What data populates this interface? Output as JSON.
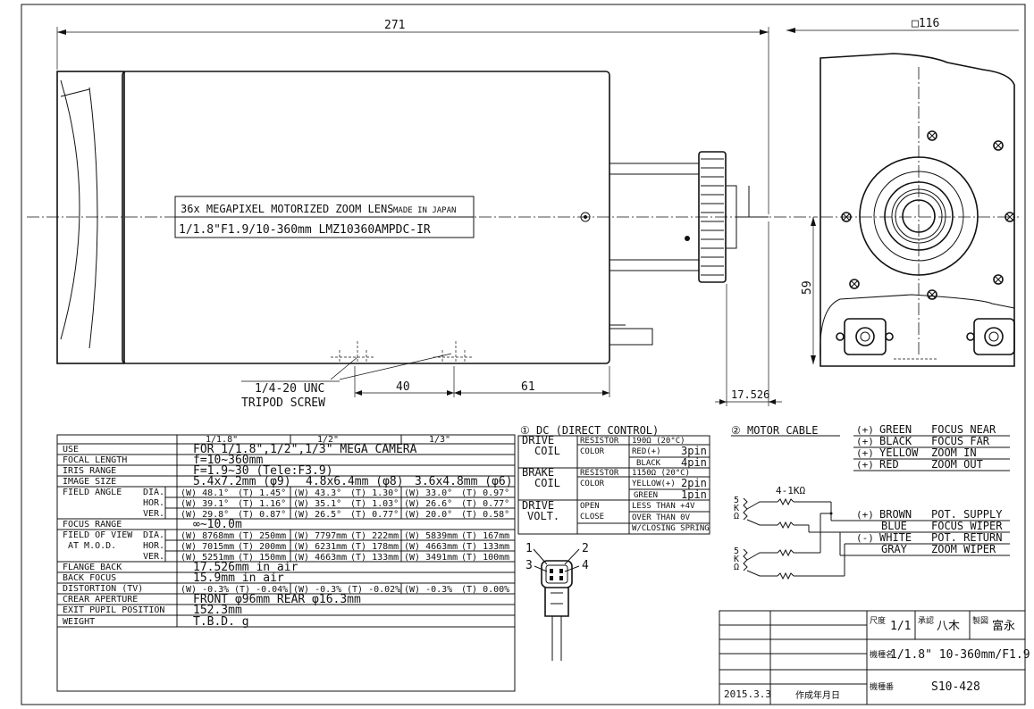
{
  "dims": {
    "total_length": "271",
    "square": "□116",
    "height_59": "59",
    "flange_17526": "17.526",
    "d40": "40",
    "d61": "61"
  },
  "tripod": {
    "line1": "1/4-20 UNC",
    "line2": "TRIPOD SCREW"
  },
  "label": {
    "line1": "36x MEGAPIXEL MOTORIZED ZOOM LENS",
    "made_in": "MADE IN JAPAN",
    "line2": "1/1.8\"F1.9/10-360mm LMZ10360AMPDC-IR"
  },
  "spec": {
    "headers": [
      "1/1.8\"",
      "1/2\"",
      "1/3\""
    ],
    "use_label": "USE",
    "use_val": "FOR 1/1.8\",1/2\",1/3\" MEGA CAMERA",
    "focal_label": "FOCAL LENGTH",
    "focal_val": "f=10~360mm",
    "iris_label": "IRIS RANGE",
    "iris_val": "F=1.9~30  (Tele:F3.9)",
    "image_label": "IMAGE SIZE",
    "image_vals": [
      "5.4x7.2mm (φ9)",
      "4.8x6.4mm (φ8)",
      "3.6x4.8mm (φ6)"
    ],
    "field_label": "FIELD ANGLE",
    "sub_dia": "DIA.",
    "sub_hor": "HOR.",
    "sub_ver": "VER.",
    "fa": {
      "dia": [
        "(W) 48.1°",
        "(T) 1.45°",
        "(W) 43.3°",
        "(T) 1.30°",
        "(W) 33.0°",
        "(T) 0.97°"
      ],
      "hor": [
        "(W) 39.1°",
        "(T) 1.16°",
        "(W) 35.1°",
        "(T) 1.03°",
        "(W) 26.6°",
        "(T) 0.77°"
      ],
      "ver": [
        "(W) 29.8°",
        "(T) 0.87°",
        "(W) 26.5°",
        "(T) 0.77°",
        "(W) 20.0°",
        "(T) 0.58°"
      ]
    },
    "focus_label": "FOCUS RANGE",
    "focus_val": "∞~10.0m",
    "fov_label1": "FIELD OF VIEW",
    "fov_label2": "AT M.O.D.",
    "fov": {
      "dia": [
        "(W) 8768mm",
        "(T) 250mm",
        "(W) 7797mm",
        "(T) 222mm",
        "(W) 5839mm",
        "(T) 167mm"
      ],
      "hor": [
        "(W) 7015mm",
        "(T) 200mm",
        "(W) 6231mm",
        "(T) 178mm",
        "(W) 4663mm",
        "(T) 133mm"
      ],
      "ver": [
        "(W) 5251mm",
        "(T) 150mm",
        "(W) 4663mm",
        "(T) 133mm",
        "(W) 3491mm",
        "(T) 100mm"
      ]
    },
    "flange_label": "FLANGE BACK",
    "flange_val": "17.526mm  in  air",
    "backfocus_label": "BACK FOCUS",
    "backfocus_val": "15.9mm   in  air",
    "distortion_label": "DISTORTION (TV)",
    "distortion_vals": [
      "(W) -0.3%",
      "(T) -0.04%",
      "(W) -0.3%",
      "(T) -0.02%",
      "(W) -0.3%",
      "(T) 0.00%"
    ],
    "aperture_label": "CREAR APERTURE",
    "aperture_val": "FRONT  φ96mm    REAR  φ16.3mm",
    "exit_label": "EXIT PUPIL POSITION",
    "exit_val": "152.3mm",
    "weight_label": "WEIGHT",
    "weight_val": "T.B.D. g"
  },
  "dc": {
    "title": "① DC (DIRECT CONTROL)",
    "drive": "DRIVE",
    "coil": "COIL",
    "brake": "BRAKE",
    "volt": "VOLT.",
    "resistor": "RESISTOR",
    "color": "COLOR",
    "open": "OPEN",
    "close": "CLOSE",
    "r1": "190Ω (20°C)",
    "red": "RED(+)",
    "pin3": "3pin",
    "black": "BLACK",
    "pin4": "4pin",
    "r2": "1150Ω (20°C)",
    "yellow": "YELLOW(+)",
    "pin2": "2pin",
    "green": "GREEN",
    "pin1": "1pin",
    "lt": "LESS THAN +4V",
    "ot": "OVER THAN 0V",
    "spring": "W/CLOSING SPRING"
  },
  "conn": {
    "p1": "1",
    "p2": "2",
    "p3": "3",
    "p4": "4"
  },
  "motor": {
    "title": "② MOTOR CABLE",
    "rows": [
      {
        "sign": "(+)",
        "color": "GREEN",
        "func": "FOCUS NEAR"
      },
      {
        "sign": "(+)",
        "color": "BLACK",
        "func": "FOCUS FAR"
      },
      {
        "sign": "(+)",
        "color": "YELLOW",
        "func": "ZOOM IN"
      },
      {
        "sign": "(+)",
        "color": "RED",
        "func": "ZOOM OUT"
      },
      {
        "sign": "(+)",
        "color": "BROWN",
        "func": "POT. SUPPLY"
      },
      {
        "sign": "",
        "color": "BLUE",
        "func": "FOCUS WIPER"
      },
      {
        "sign": "(-)",
        "color": "WHITE",
        "func": "POT. RETURN"
      },
      {
        "sign": "",
        "color": "GRAY",
        "func": "ZOOM WIPER"
      }
    ],
    "res_label": "4-1KΩ",
    "k5a": "5",
    "k5b": "K",
    "k5c": "Ω"
  },
  "title_block": {
    "scale_label": "尺度",
    "scale": "1/1",
    "approve_label": "承認",
    "approver": "八木",
    "draw_label": "製図",
    "drafter": "富永",
    "model_label": "機種名",
    "model": "1/1.8\" 10-360mm/F1.9",
    "number_label": "機種番",
    "number": "S10-428",
    "date": "2015.3.3",
    "date_label": "作成年月日"
  }
}
